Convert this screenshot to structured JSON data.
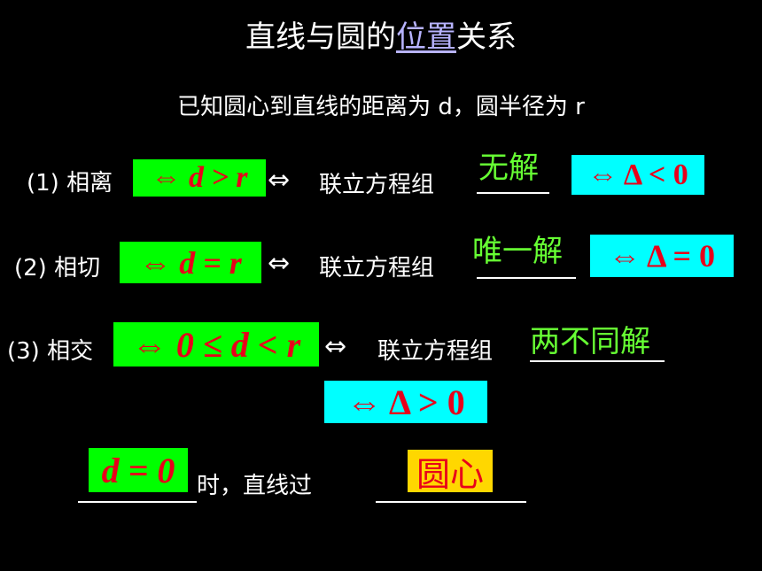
{
  "title": {
    "pre": "直线与圆的",
    "link": "位置",
    "post": "关系"
  },
  "subtitle": "已知圆心到直线的距离为 d，圆半径为 r",
  "equiv_symbol": "⇔",
  "case1": {
    "label": "(1) 相离",
    "cond": "⇔ d > r",
    "system": "联立方程组",
    "answer": "无解",
    "disc": "⇔ Δ < 0"
  },
  "case2": {
    "label": "(2) 相切",
    "cond": "⇔ d = r",
    "system": "联立方程组",
    "answer": "唯一解",
    "disc": "⇔ Δ = 0"
  },
  "case3": {
    "label": "(3) 相交",
    "cond": "⇔ 0 ≤ d < r",
    "system": "联立方程组",
    "answer": "两不同解",
    "disc": "⇔ Δ > 0"
  },
  "bottom": {
    "cond": "d = 0",
    "text": "时，直线过",
    "answer": "圆心"
  },
  "colors": {
    "green": "#00ff00",
    "cyan": "#00ffff",
    "red": "#e8001a",
    "yellow": "#ffd700",
    "answer_green": "#66ff33",
    "link": "#b7b3ff"
  }
}
